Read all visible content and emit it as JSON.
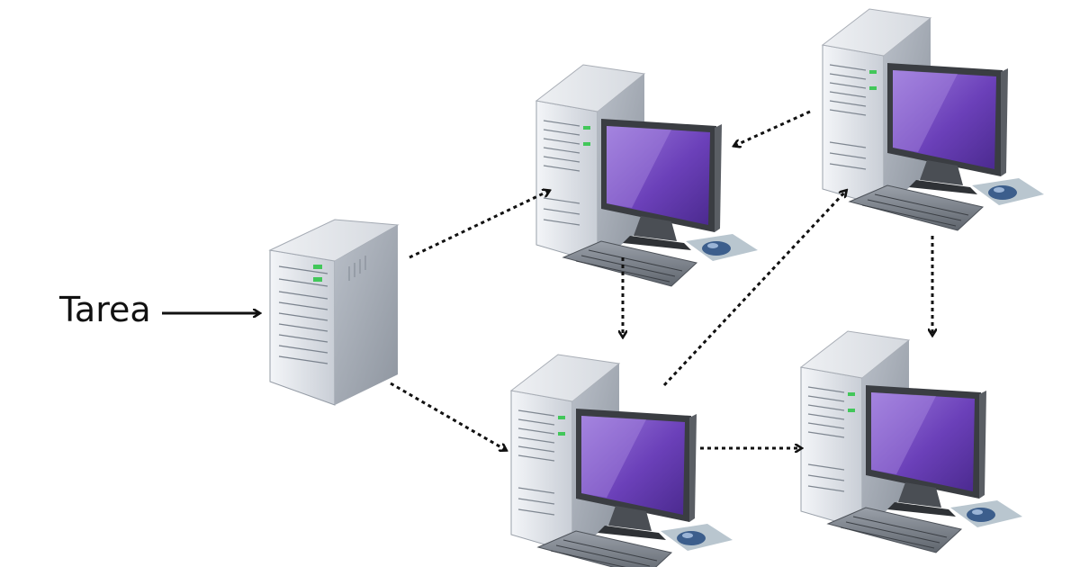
{
  "diagram": {
    "task_label": "Tarea",
    "nodes": [
      {
        "id": "server",
        "kind": "server-tower"
      },
      {
        "id": "pc-top-middle",
        "kind": "workstation"
      },
      {
        "id": "pc-top-right",
        "kind": "workstation"
      },
      {
        "id": "pc-bottom-middle",
        "kind": "workstation"
      },
      {
        "id": "pc-bottom-right",
        "kind": "workstation"
      }
    ],
    "edges": [
      {
        "from": "task",
        "to": "server",
        "style": "solid"
      },
      {
        "from": "server",
        "to": "pc-top-middle",
        "style": "dotted"
      },
      {
        "from": "server",
        "to": "pc-bottom-middle",
        "style": "dotted"
      },
      {
        "from": "pc-top-right",
        "to": "pc-top-middle",
        "style": "dotted"
      },
      {
        "from": "pc-top-middle",
        "to": "pc-bottom-middle",
        "style": "dotted"
      },
      {
        "from": "pc-bottom-middle",
        "to": "pc-top-right",
        "style": "dotted"
      },
      {
        "from": "pc-bottom-middle",
        "to": "pc-bottom-right",
        "style": "dotted"
      },
      {
        "from": "pc-top-right",
        "to": "pc-bottom-right",
        "style": "dotted"
      }
    ],
    "colors": {
      "screen": "#6a3fb8",
      "screen_highlight": "#a98be0",
      "case": "#d9dde3",
      "arrow": "#111111"
    }
  }
}
